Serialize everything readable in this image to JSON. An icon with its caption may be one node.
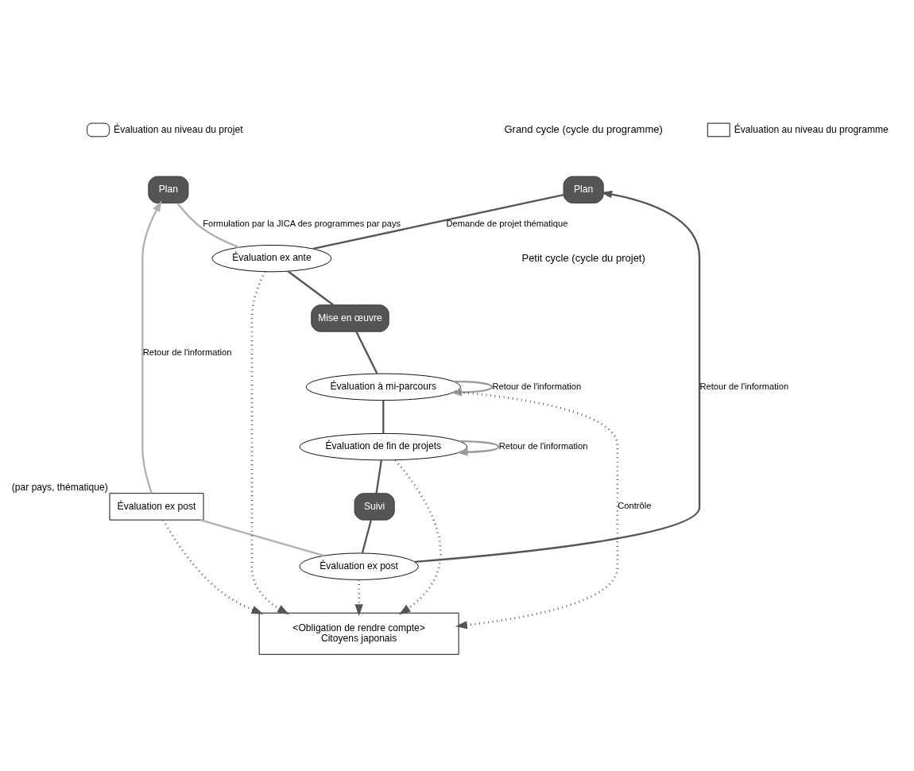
{
  "diagram": {
    "nodes": [
      {
        "text": [
          "Plan"
        ]
      },
      {
        "text": [
          "Évaluation ex post"
        ],
        "beside": [
          "(par pays, thématique)"
        ]
      },
      {
        "text": [
          "Plan"
        ]
      },
      {
        "text": [
          "Évaluation ex post"
        ]
      },
      {
        "text": [
          "Évaluation ex ante"
        ]
      },
      {
        "text": [
          "Suivi"
        ]
      },
      {
        "text": [
          "Mise en œuvre"
        ]
      },
      {
        "text": [
          "Évaluation de fin de projets"
        ]
      },
      {
        "text": [
          "Évaluation à mi-parcours"
        ]
      },
      {
        "text": [
          "<Obligation de rendre compte>",
          "Citoyens japonais"
        ]
      }
    ],
    "edges": [
      {
        "from": 0,
        "to": 4,
        "arrow": "none",
        "label": "Formulation par la JICA des programmes par pays",
        "color": "#b0b0b0"
      },
      {
        "from": 2,
        "to": 4,
        "arrow": "none",
        "label": "Demande de projet thématique"
      },
      {
        "from": 4,
        "to": 6,
        "arrow": "none"
      },
      {
        "from": 6,
        "to": 8,
        "arrow": "none"
      },
      {
        "from": 8,
        "to": 7,
        "arrow": "none"
      },
      {
        "from": 7,
        "to": 5,
        "arrow": "none"
      },
      {
        "from": 5,
        "to": 3,
        "arrow": "none"
      },
      {
        "from": 3,
        "to": 2,
        "arrow": "to",
        "label": "Retour de l'information"
      },
      {
        "from": 3,
        "to": 1,
        "arrow": "none",
        "color": "#b0b0b0"
      },
      {
        "from": 1,
        "to": 0,
        "arrow": "to",
        "label": "Retour de l'information",
        "color": "#b0b0b0"
      },
      {
        "from": 7,
        "to": 7,
        "arrow": "to",
        "label": "Retour de l'information",
        "color": "#9a9a9a"
      },
      {
        "from": 8,
        "to": 8,
        "arrow": "to",
        "label": "Retour de l'information",
        "color": "#9a9a9a"
      },
      {
        "from": 1,
        "to": 9,
        "arrow": "to",
        "style": "dashed"
      },
      {
        "from": 3,
        "to": 9,
        "arrow": "to",
        "style": "dashed"
      },
      {
        "from": 7,
        "to": 9,
        "arrow": "to",
        "style": "dashed"
      },
      {
        "from": 8,
        "to": 9,
        "arrow": "to",
        "style": "dashed",
        "label": "Contrôle"
      },
      {
        "from": 4,
        "to": 9,
        "arrow": "to",
        "style": "dashed"
      }
    ],
    "labels": [
      "Grand cycle (cycle du programme)",
      "Petit cycle (cycle du projet)"
    ],
    "legend": [
      {
        "text": "Évaluation au niveau du projet"
      },
      {
        "text": "Évaluation au niveau du programme"
      }
    ]
  }
}
